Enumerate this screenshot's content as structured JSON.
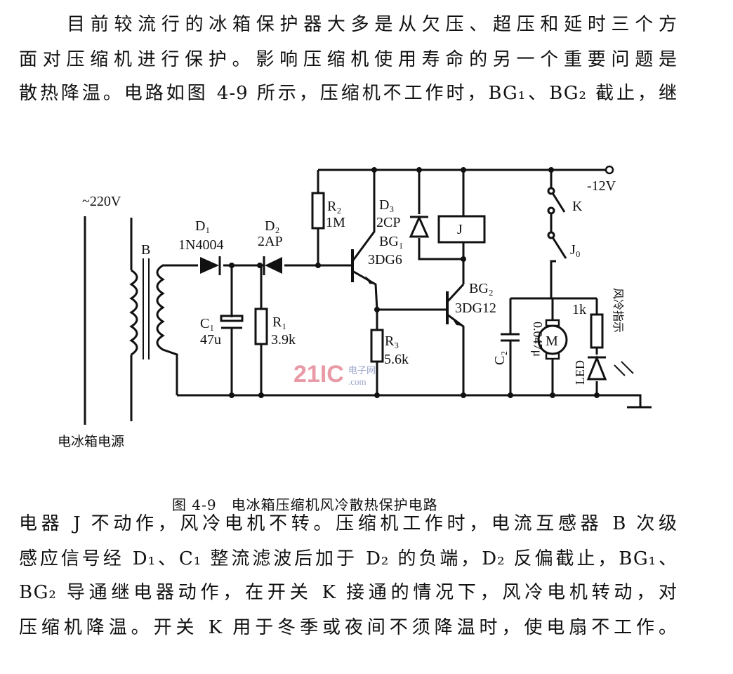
{
  "paragraph_top": [
    "目前较流行的冰箱保护器大多是从欠压、超压和延时三个方",
    "面对压缩机进行保护。影响压缩机使用寿命的另一个重要问题是",
    "散热降温。电路如图 4-9 所示，压缩机不工作时，BG₁、BG₂ 截止，继"
  ],
  "figure": {
    "caption": "图 4-9　电冰箱压缩机风冷散热保护电路",
    "labels": {
      "ac_source": "~220V",
      "source_name": "电冰箱电源",
      "transformer": "B",
      "d1": "D₁",
      "d1_part": "1N4004",
      "d2": "D₂",
      "d2_part": "2AP",
      "c1": "C₁",
      "c1_value": "47u",
      "r1": "R₁",
      "r1_value": "3.9k",
      "r2": "R₂",
      "r2_value": "1M",
      "d3": "D₃",
      "d3_part": "2CP",
      "bg1": "BG₁",
      "bg1_part": "3DG6",
      "r3": "R₃",
      "r3_value": "5.6k",
      "relay": "J",
      "bg2": "BG₂",
      "bg2_part": "3DG12",
      "supply": "-12V",
      "switch_k": "K",
      "contact_j0": "J₀",
      "c2": "C₂",
      "c2_value": "0.047μ",
      "motor": "M",
      "r_led": "1k",
      "led": "LED",
      "indicator": "风冷指示"
    },
    "watermark": "21IC 电子网 .com"
  },
  "paragraph_bottom": [
    "电器 J 不动作，风冷电机不转。压缩机工作时，电流互感器 B 次级",
    "感应信号经 D₁、C₁ 整流滤波后加于 D₂ 的负端，D₂ 反偏截止，BG₁、",
    "BG₂ 导通继电器动作，在开关 K 接通的情况下，风冷电机转动，对",
    "压缩机降温。开关 K 用于冬季或夜间不须降温时，使电扇不工作。"
  ]
}
